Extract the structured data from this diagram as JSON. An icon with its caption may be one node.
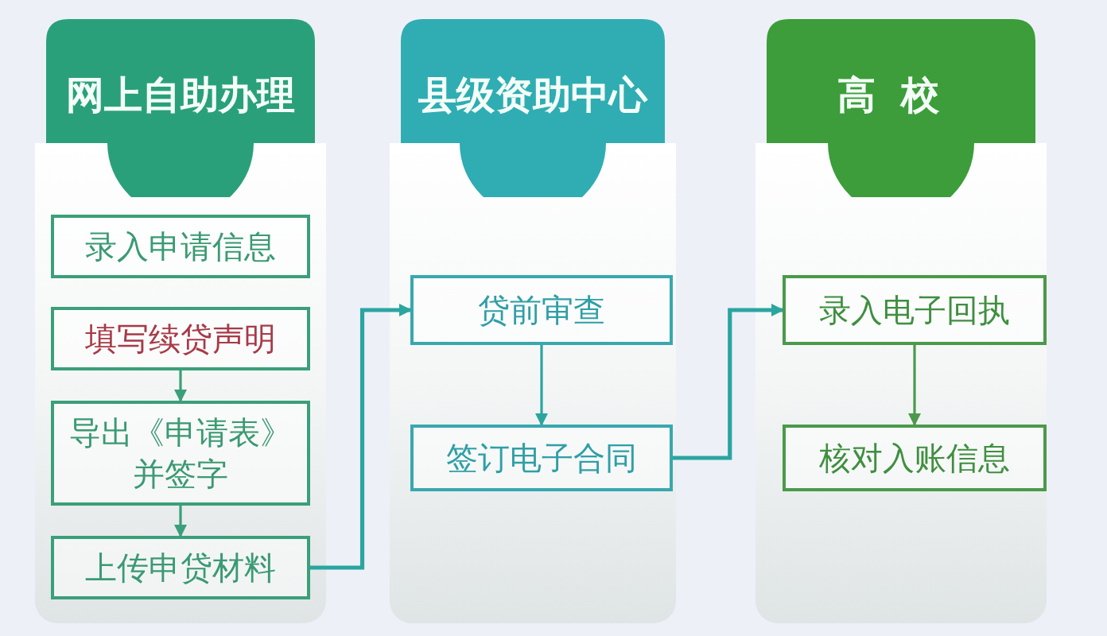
{
  "diagram": {
    "nodes": [
      {
        "text": [
          "网上自助办理"
        ]
      },
      {
        "text": [
          "录入申请信息"
        ],
        "in": 0
      },
      {
        "text": [
          "填写续贷声明"
        ],
        "in": 0
      },
      {
        "text": [
          "导出《申请表》并签字"
        ],
        "in": 0
      },
      {
        "text": [
          "上传申贷材料"
        ],
        "in": 0
      },
      {
        "text": [
          "县级资助中心"
        ]
      },
      {
        "text": [
          "贷前审查"
        ],
        "in": 5
      },
      {
        "text": [
          "签订电子合同"
        ],
        "in": 5
      },
      {
        "text": [
          "高校"
        ]
      },
      {
        "text": [
          "录入电子回执"
        ],
        "in": 8
      },
      {
        "text": [
          "核对入账信息"
        ],
        "in": 8
      }
    ],
    "edges": [
      {
        "from": 2,
        "to": 3,
        "arrow": "to",
        "color": "#3a9f7a"
      },
      {
        "from": 3,
        "to": 4,
        "arrow": "to",
        "color": "#3a9f7a"
      },
      {
        "from": 4,
        "to": 6,
        "arrow": "to"
      },
      {
        "from": 6,
        "to": 7,
        "arrow": "to"
      },
      {
        "from": 7,
        "to": 9,
        "arrow": "to"
      },
      {
        "from": 9,
        "to": 10,
        "arrow": "to",
        "color": "#4a9a4a"
      }
    ]
  }
}
